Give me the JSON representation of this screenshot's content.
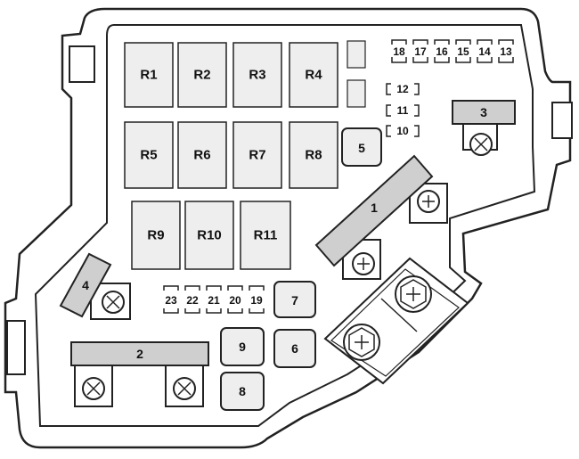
{
  "relays": [
    {
      "id": "r1",
      "label": "R1"
    },
    {
      "id": "r2",
      "label": "R2"
    },
    {
      "id": "r3",
      "label": "R3"
    },
    {
      "id": "r4",
      "label": "R4"
    },
    {
      "id": "r5",
      "label": "R5"
    },
    {
      "id": "r6",
      "label": "R6"
    },
    {
      "id": "r7",
      "label": "R7"
    },
    {
      "id": "r8",
      "label": "R8"
    },
    {
      "id": "r9",
      "label": "R9"
    },
    {
      "id": "r10",
      "label": "R10"
    },
    {
      "id": "r11",
      "label": "R11"
    }
  ],
  "mini_fuses_top": [
    "18",
    "17",
    "16",
    "15",
    "14",
    "13"
  ],
  "mini_fuses_side": [
    "12",
    "11",
    "10"
  ],
  "mini_fuses_bottom": [
    "23",
    "22",
    "21",
    "20",
    "19"
  ],
  "boxed_fuses": [
    "5",
    "6",
    "7",
    "8",
    "9"
  ],
  "large_fuses": [
    "1",
    "2",
    "3",
    "4"
  ],
  "colors": {
    "line": "#222222",
    "box_fill": "#eeeeee",
    "bar_fill": "#cfcfcf"
  }
}
